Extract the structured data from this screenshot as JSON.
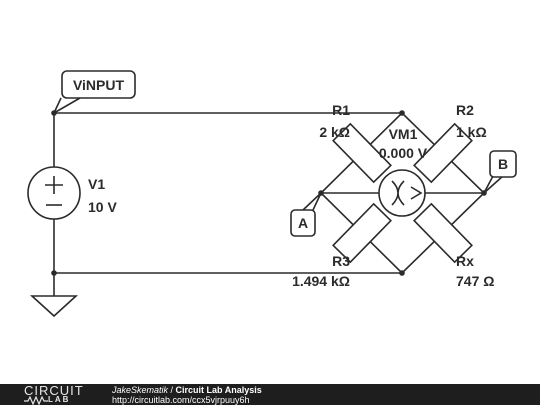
{
  "tags": {
    "vinput": "ViNPUT",
    "a": "A",
    "b": "B"
  },
  "components": {
    "v1": {
      "name": "V1",
      "value": "10 V"
    },
    "r1": {
      "name": "R1",
      "value": "2 kΩ"
    },
    "r2": {
      "name": "R2",
      "value": "1 kΩ"
    },
    "r3": {
      "name": "R3",
      "value": "1.494 kΩ"
    },
    "rx": {
      "name": "Rx",
      "value": "747 Ω"
    },
    "vm1": {
      "name": "VM1",
      "value": "0.000 V"
    }
  },
  "footer": {
    "brand_top": "CIRCUIT",
    "brand_bottom": "LAB",
    "author": "JakeSkematik",
    "separator": " / ",
    "title": "Circuit Lab Analysis",
    "url": "http://circuitlab.com/ccx5vjrpuuy6h"
  },
  "colors": {
    "ink": "#2b2b2b",
    "footer_bg": "#1e1e1e"
  }
}
